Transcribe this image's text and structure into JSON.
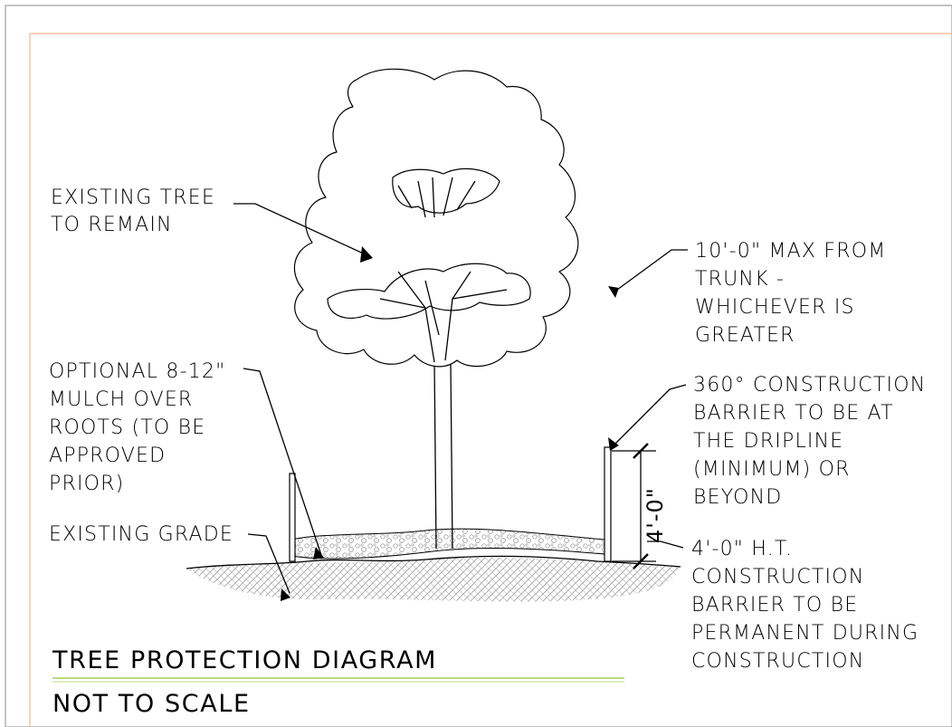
{
  "labels": {
    "existing_tree": [
      "EXISTING TREE",
      "TO REMAIN"
    ],
    "max_from_trunk": [
      "10'-0\" MAX FROM",
      "TRUNK -",
      "WHICHEVER IS",
      "GREATER"
    ],
    "optional_mulch": [
      "OPTIONAL 8-12\"",
      "MULCH OVER",
      "ROOTS (TO BE",
      "APPROVED",
      "PRIOR)"
    ],
    "existing_grade": [
      "EXISTING GRADE"
    ],
    "barrier_360": [
      "360° CONSTRUCTION",
      "BARRIER TO BE AT",
      "THE DRIPLINE",
      "(MINIMUM) OR",
      "BEYOND"
    ],
    "barrier_height": [
      "4'-0\" H.T.",
      "CONSTRUCTION",
      "BARRIER TO BE",
      "PERMANENT DURING",
      "CONSTRUCTION"
    ]
  },
  "dimension": "4'-0\"",
  "title": "TREE PROTECTION DIAGRAM",
  "subtitle": "NOT TO SCALE",
  "colors": {
    "sheet_border": "#8a8a8a",
    "inner_border": "#f2b58a",
    "title_rule": "#a6cf5e",
    "ink": "#000000",
    "hatch": "#9a9a9a"
  }
}
